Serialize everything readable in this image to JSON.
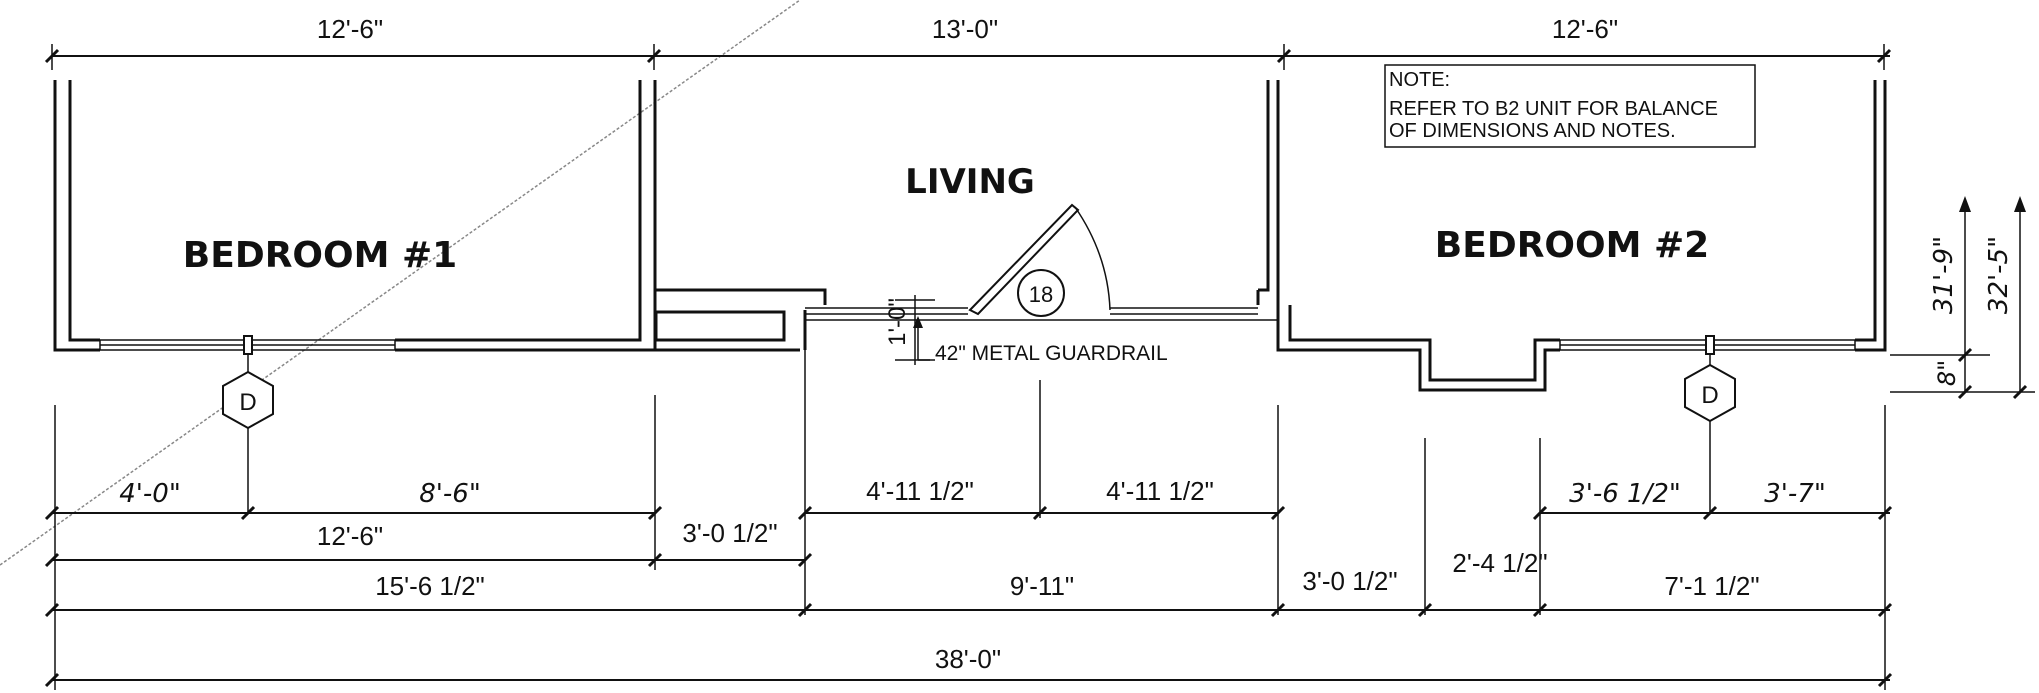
{
  "rooms": {
    "bedroom1": "BEDROOM #1",
    "living": "LIVING",
    "bedroom2": "BEDROOM #2"
  },
  "note": {
    "title": "NOTE:",
    "line1": "REFER TO B2 UNIT FOR BALANCE",
    "line2": "OF DIMENSIONS AND NOTES."
  },
  "tags": {
    "window_left": "D",
    "window_right": "D",
    "door": "18"
  },
  "guardrail_label": "42\" METAL GUARDRAIL",
  "dimensions": {
    "top": [
      "12'-6\"",
      "13'-0\"",
      "12'-6\""
    ],
    "row1_left": [
      "4'-0\"",
      "8'-6\""
    ],
    "row1_mid": [
      "4'-11 1/2\"",
      "4'-11 1/2\""
    ],
    "row1_right": [
      "3'-6 1/2\"",
      "3'-7\""
    ],
    "row2": [
      "12'-6\"",
      "3'-0 1/2\""
    ],
    "row3": [
      "15'-6 1/2\"",
      "9'-11\"",
      "3'-0 1/2\"",
      "2'-4 1/2\"",
      "7'-1 1/2\""
    ],
    "overall": "38'-0\"",
    "guardrail_offset": "1'-0\"",
    "right_vertical": [
      "31'-9\"",
      "32'-5\"",
      "8\""
    ]
  }
}
